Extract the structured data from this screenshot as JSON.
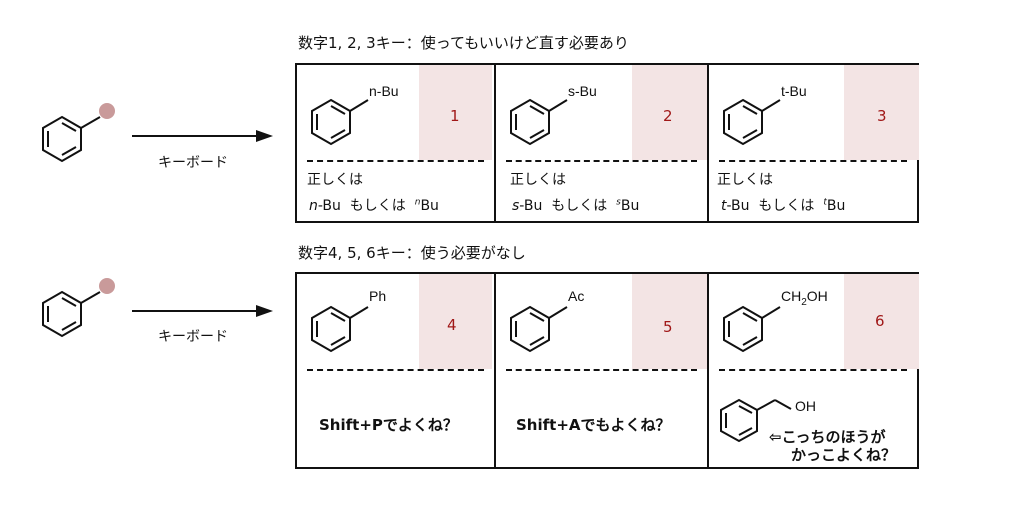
{
  "sections": [
    {
      "title": "数字1, 2, 3キー：使ってもいいけど直す必要あり",
      "arrow_label": "キーボード",
      "cells": [
        {
          "key": "1",
          "substituent": "n-Bu",
          "alt_heading": "正しくは",
          "alt_prefix": "n",
          "alt_mid": "-Bu  もしくは  ",
          "alt_sup": "n",
          "alt_end": "Bu"
        },
        {
          "key": "2",
          "substituent": "s-Bu",
          "alt_heading": "正しくは",
          "alt_prefix": "s",
          "alt_mid": "-Bu  もしくは  ",
          "alt_sup": "s",
          "alt_end": "Bu"
        },
        {
          "key": "3",
          "substituent": "t-Bu",
          "alt_heading": "正しくは",
          "alt_prefix": "t",
          "alt_mid": "-Bu  もしくは  ",
          "alt_sup": "t",
          "alt_end": "Bu"
        }
      ]
    },
    {
      "title": "数字4, 5, 6キー：使う必要がなし",
      "arrow_label": "キーボード",
      "cells": [
        {
          "key": "4",
          "substituent": "Ph",
          "note": "Shift+Pでよくね？"
        },
        {
          "key": "5",
          "substituent": "Ac",
          "note": "Shift+Aでもよくね？"
        },
        {
          "key": "6",
          "substituent_main": "CH",
          "substituent_sub": "2",
          "substituent_end": "OH",
          "alt_group": "OH",
          "note_line1": "⇦こっちのほうが",
          "note_line2": "かっこよくね？"
        }
      ]
    }
  ],
  "colors": {
    "highlight": "#f3e4e4",
    "key_number": "#a01818",
    "atom_dot": "#c99a9a",
    "line": "#111111"
  }
}
